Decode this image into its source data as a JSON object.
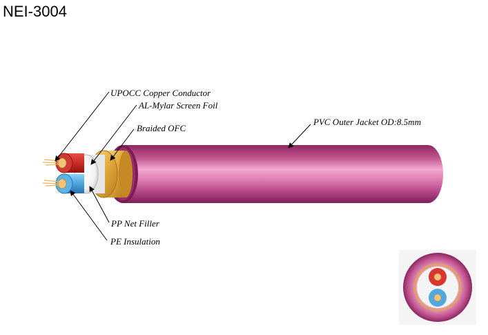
{
  "title": "NEI-3004",
  "labels": {
    "conductor": "UPOCC Copper Conductor",
    "screen_foil": "AL-Mylar Screen Foil",
    "braid": "Braided OFC",
    "jacket": "PVC Outer Jacket OD:8.5mm",
    "filler": "PP Net Filler",
    "insulation": "PE Insulation"
  },
  "colors": {
    "jacket": "#b0467f",
    "jacket_highlight": "#f0a8cf",
    "braid": "#e7b548",
    "conductor_red": "#d8362e",
    "conductor_blue": "#4fa9e0",
    "copper": "#f2c37a"
  }
}
